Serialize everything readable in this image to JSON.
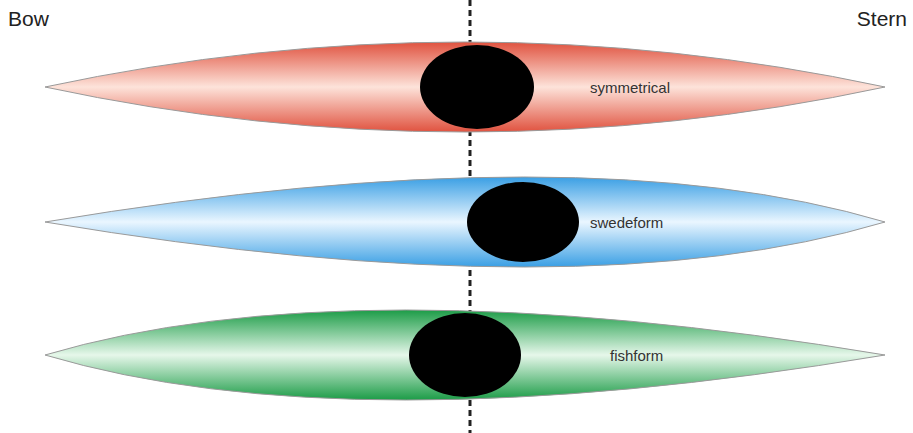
{
  "diagram": {
    "nodes": [
      {
        "text": [
          "symmetrical"
        ]
      },
      {
        "text": [
          "swedeform"
        ]
      },
      {
        "text": [
          "fishform"
        ]
      }
    ],
    "labels": [
      "Bow",
      "Stern"
    ]
  }
}
